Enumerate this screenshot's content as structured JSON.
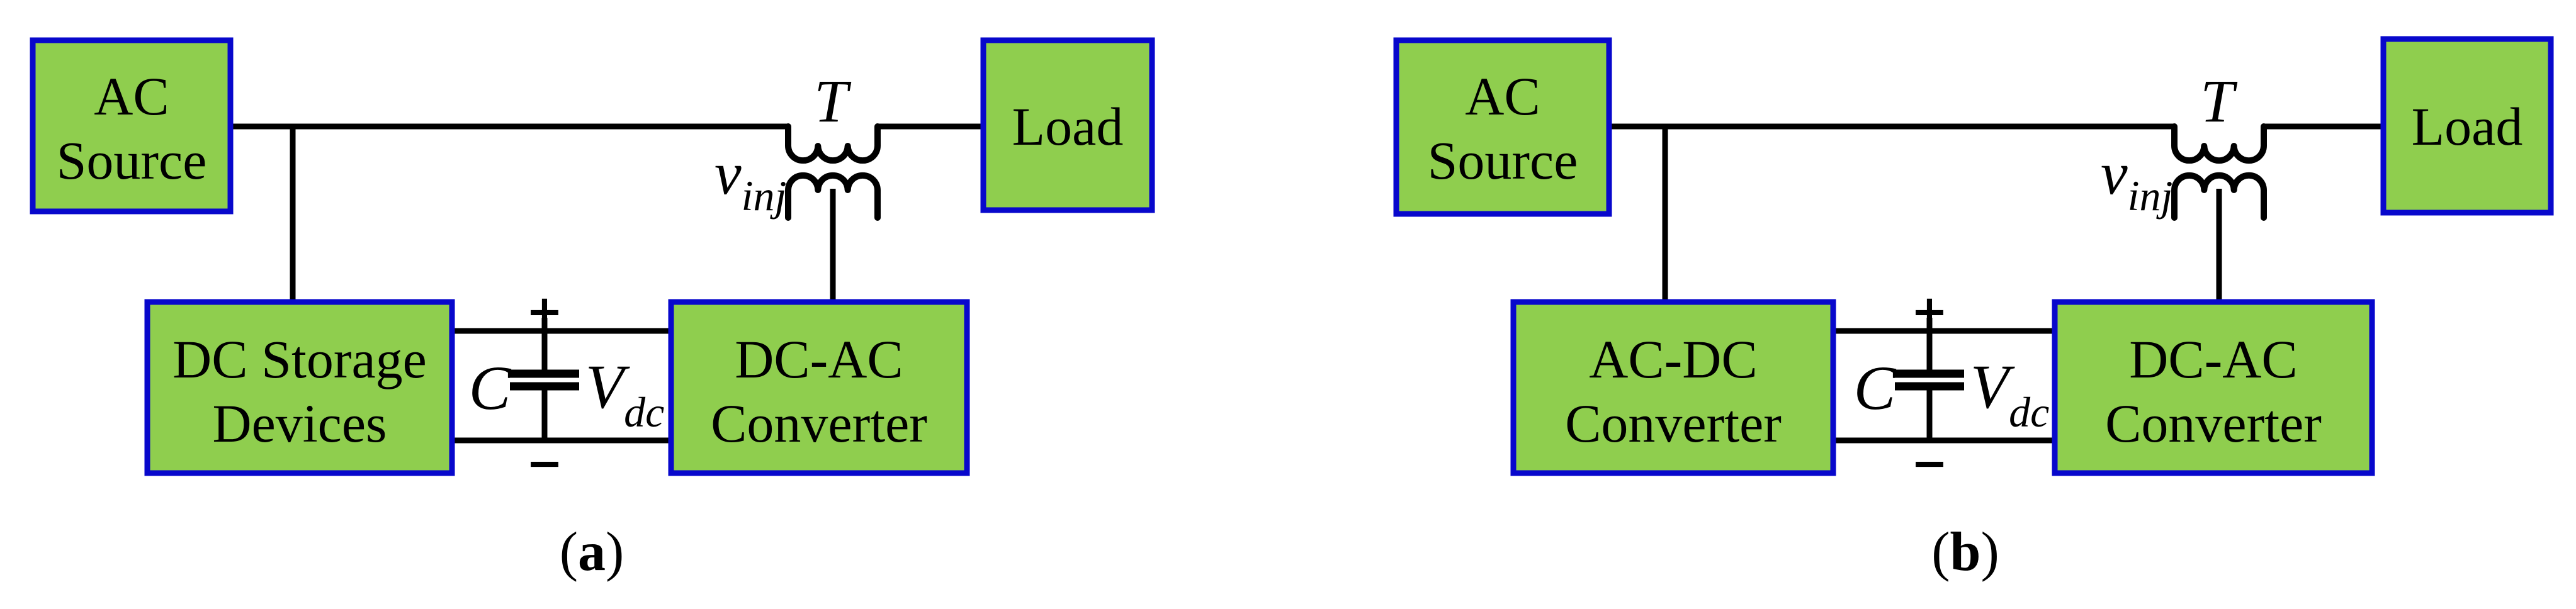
{
  "figure": {
    "background": "#FFFFFF",
    "colors": {
      "box_fill": "#8FCE4E",
      "box_border": "#0808CC",
      "wire": "#000000",
      "text": "#000000"
    },
    "math": {
      "transformer": "T",
      "v_inj_base": "v",
      "v_inj_sub": "inj",
      "capacitor": "C",
      "vdc_base": "V",
      "vdc_sub": "dc",
      "plus": "+",
      "minus": "−"
    },
    "diagram_a": {
      "ac_source": {
        "line1": "AC",
        "line2": "Source"
      },
      "dc_storage": {
        "line1": "DC Storage",
        "line2": "Devices"
      },
      "dc_ac": {
        "line1": "DC-AC",
        "line2": "Converter"
      },
      "load": {
        "line1": "Load"
      },
      "caption": {
        "open": "(",
        "letter": "a",
        "close": ")"
      }
    },
    "diagram_b": {
      "ac_source": {
        "line1": "AC",
        "line2": "Source"
      },
      "ac_dc": {
        "line1": "AC-DC",
        "line2": "Converter"
      },
      "dc_ac": {
        "line1": "DC-AC",
        "line2": "Converter"
      },
      "load": {
        "line1": "Load"
      },
      "caption": {
        "open": "(",
        "letter": "b",
        "close": ")"
      }
    }
  }
}
